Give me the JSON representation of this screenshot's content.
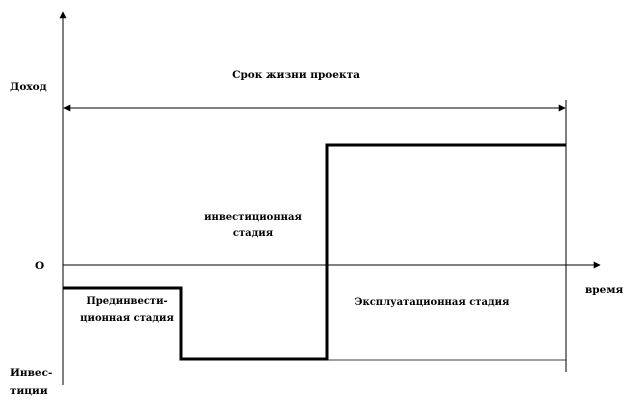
{
  "diagram": {
    "axis_y_top_label": "Доход",
    "axis_y_bottom_label_line1": "Инвес-",
    "axis_y_bottom_label_line2": "тиции",
    "origin_label": "О",
    "axis_x_label": "время",
    "lifetime_label": "Срок жизни проекта",
    "stages": {
      "pre_investment_line1": "Прединвести-",
      "pre_investment_line2": "ционная стадия",
      "investment_line1": "инвестиционная",
      "investment_line2": "стадия",
      "operation": "Эксплуатационная стадия"
    }
  }
}
